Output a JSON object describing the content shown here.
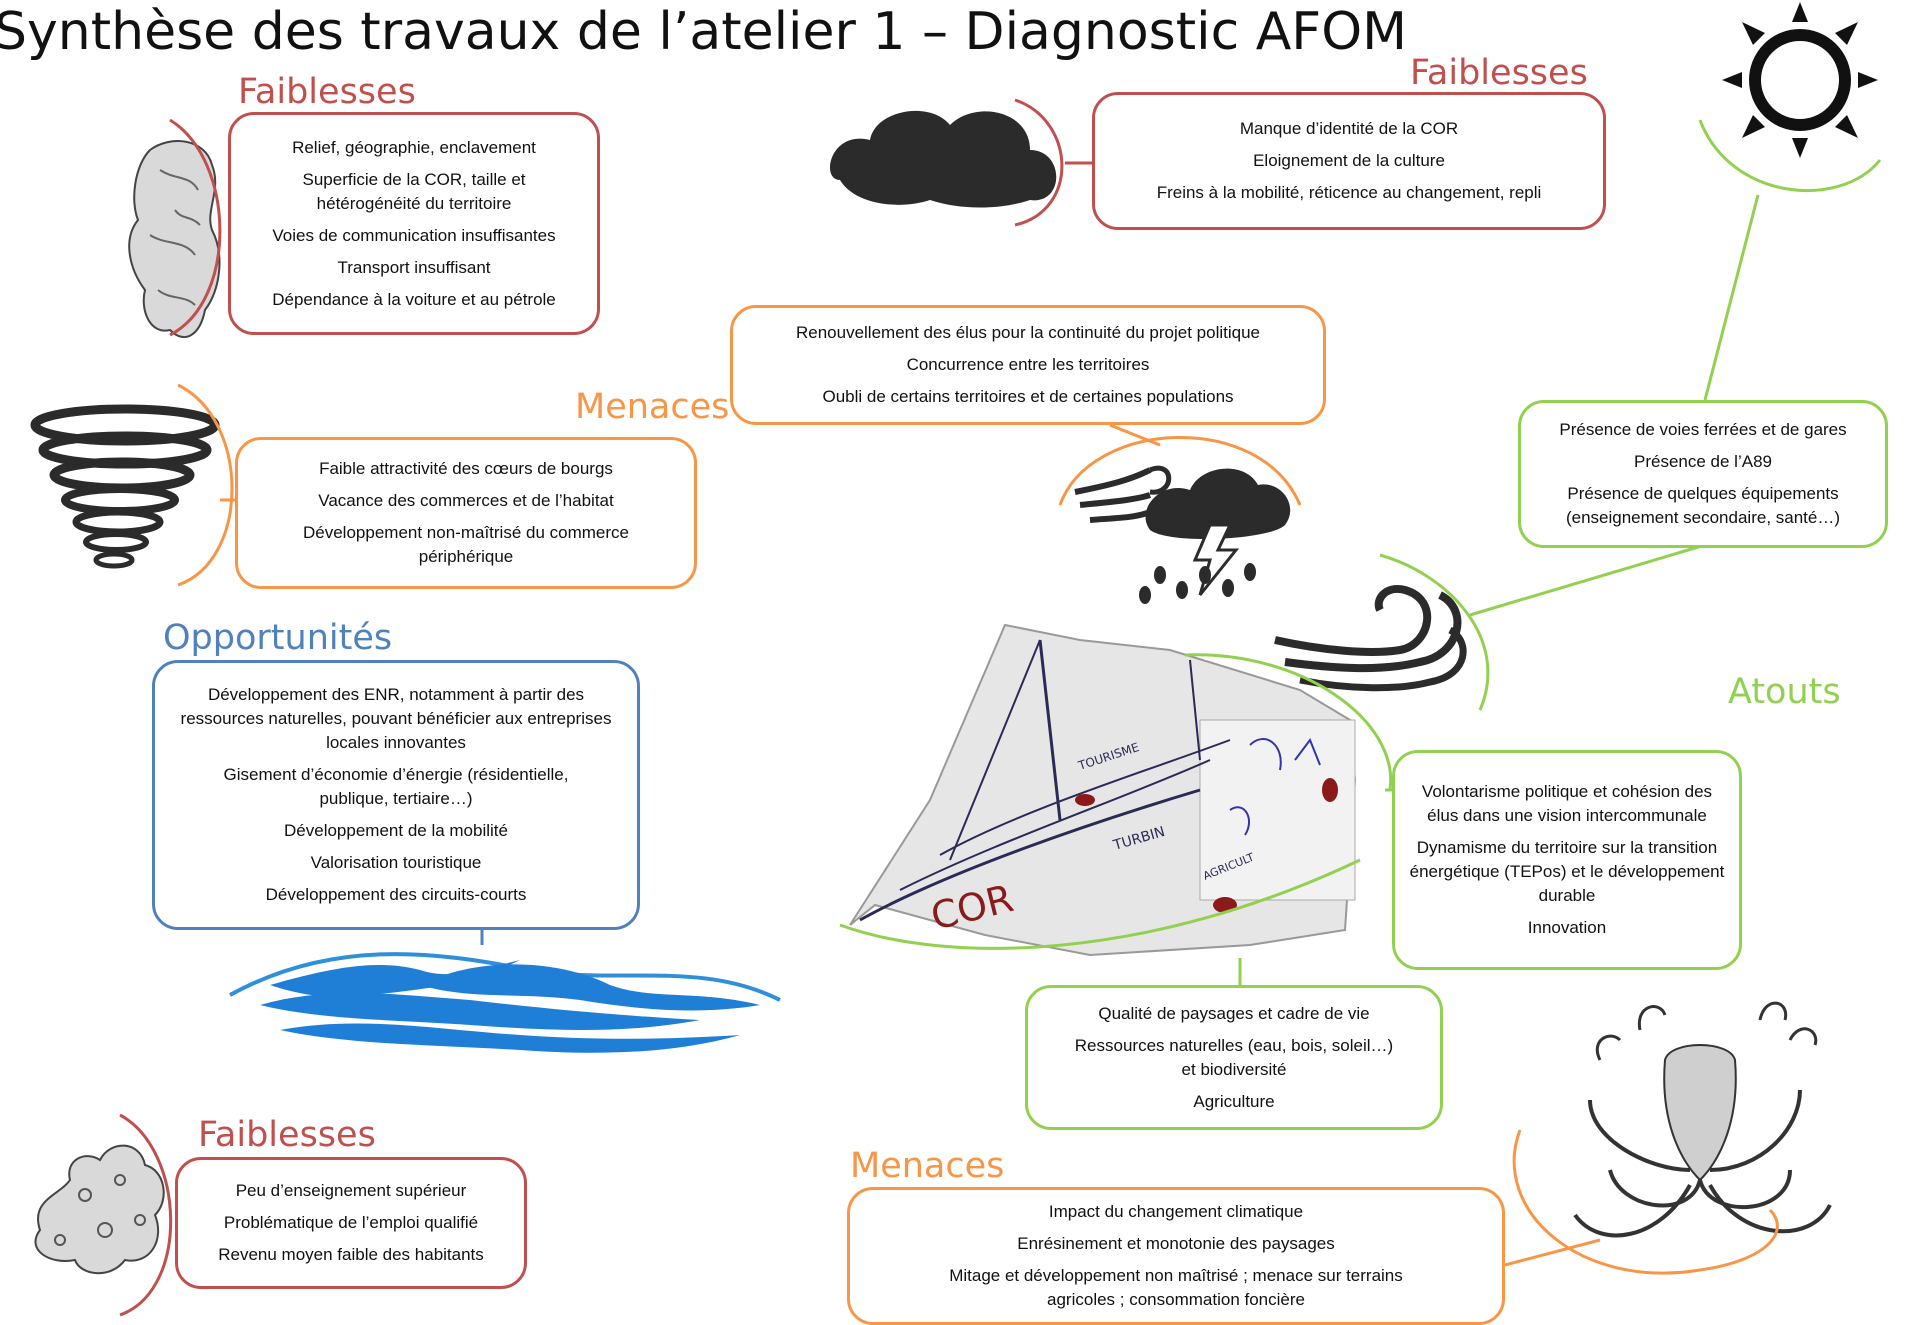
{
  "title": "Synthèse des travaux de l’atelier 1 – Diagnostic AFOM",
  "colors": {
    "faiblesses": "#c0504d",
    "menaces": "#f79646",
    "opportunites": "#4f81bd",
    "atouts": "#92d050"
  },
  "groups": {
    "faiblesses_relief": {
      "heading": "Faiblesses",
      "icon": "rock-icon",
      "items": [
        "Relief, géographie, enclavement",
        "Superficie de la COR, taille et hétérogénéité du territoire",
        "Voies de communication insuffisantes",
        "Transport insuffisant",
        "Dépendance à la voiture et au pétrole"
      ]
    },
    "faiblesses_cloud": {
      "heading": "Faiblesses",
      "icon": "cloud-icon",
      "items": [
        "Manque d’identité de la COR",
        "Eloignement de la culture",
        "Freins à la mobilité, réticence au changement, repli"
      ]
    },
    "menaces_storm": {
      "heading": "Menaces",
      "icon": "storm-icon",
      "items": [
        "Renouvellement des élus pour la continuité du projet politique",
        "Concurrence entre les territoires",
        "Oubli de certains territoires et de certaines populations"
      ]
    },
    "menaces_tornado": {
      "icon": "tornado-icon",
      "items": [
        "Faible attractivité des cœurs de bourgs",
        "Vacance des commerces et de l’habitat",
        "Développement non-maîtrisé du commerce périphérique"
      ]
    },
    "opportunites": {
      "heading": "Opportunités",
      "icon": "waves-icon",
      "items": [
        "Développement des ENR, notamment à partir des ressources naturelles, pouvant bénéficier aux entreprises locales innovantes",
        "Gisement d’économie d’énergie (résidentielle, publique, tertiaire…)",
        "Développement de la mobilité",
        "Valorisation touristique",
        "Développement des circuits-courts"
      ]
    },
    "atouts_sun": {
      "icon": "sun-icon",
      "items": [
        "Présence de voies ferrées et de gares",
        "Présence de l’A89",
        "Présence de quelques équipements (enseignement secondaire, santé…)"
      ]
    },
    "atouts_main": {
      "heading": "Atouts",
      "items": [
        "Volontarisme politique et cohésion des élus dans une vision intercommunale",
        "Dynamisme du territoire sur la transition énergétique (TEPos) et le développement durable",
        "Innovation"
      ]
    },
    "atouts_bottom": {
      "items": [
        "Qualité de paysages et cadre de vie",
        "Ressources naturelles (eau, bois, soleil…) et biodiversité",
        "Agriculture"
      ]
    },
    "faiblesses_coral": {
      "heading": "Faiblesses",
      "icon": "coral-icon",
      "items": [
        "Peu d’enseignement supérieur",
        "Problématique de l’emploi qualifié",
        "Revenu moyen faible des habitants"
      ]
    },
    "menaces_kraken": {
      "heading": "Menaces",
      "icon": "kraken-icon",
      "items": [
        "Impact du changement climatique",
        "Enrésinement et monotonie des paysages",
        "Mitage et développement non maîtrisé ; menace sur terrains agricoles ; consommation foncière"
      ]
    }
  },
  "boat": {
    "icon": "boat-sketch-icon",
    "label": "COR",
    "scribbles": [
      "TOURISME",
      "TURBIN",
      "AGRICULT"
    ]
  }
}
